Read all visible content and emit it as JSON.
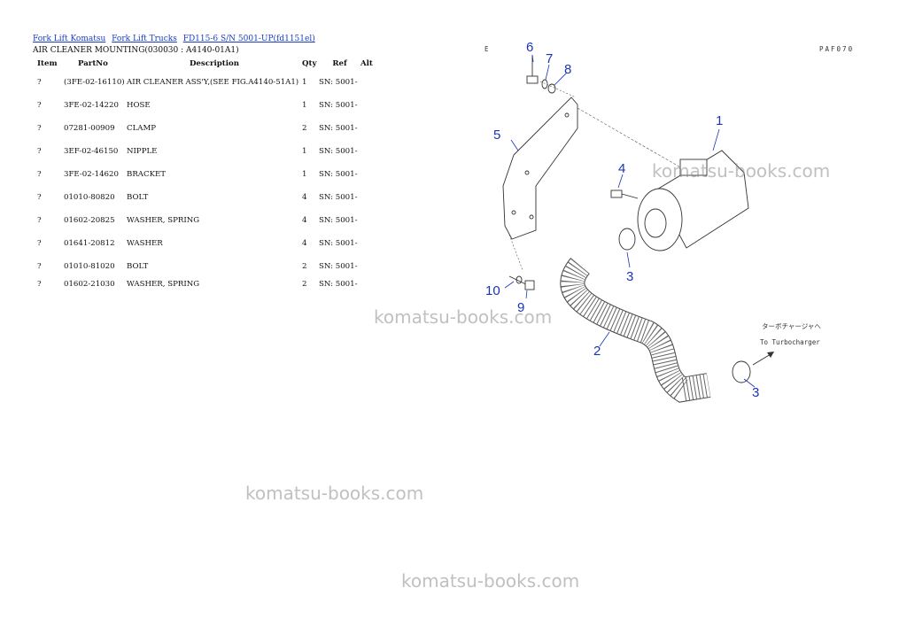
{
  "breadcrumb": {
    "links": [
      "Fork Lift Komatsu",
      "Fork Lift Trucks",
      "FD115-6 S/N 5001-UP(fd1151el)"
    ]
  },
  "subtitle": "AIR CLEANER MOUNTING(030030 : A4140-01A1)",
  "table": {
    "headers": {
      "item": "Item",
      "partno": "PartNo",
      "description": "Description",
      "qty": "Qty",
      "ref": "Ref",
      "alt": "Alt"
    },
    "rows": [
      {
        "item": "?",
        "partno": "(3FE-02-16110)",
        "description": "AIR CLEANER ASS'Y,(SEE FIG.A4140-51A1)",
        "qty": "1",
        "ref": "SN: 5001-"
      },
      {
        "item": "?",
        "partno": "3FE-02-14220",
        "description": "HOSE",
        "qty": "1",
        "ref": "SN: 5001-"
      },
      {
        "item": "?",
        "partno": "07281-00909",
        "description": "CLAMP",
        "qty": "2",
        "ref": "SN: 5001-"
      },
      {
        "item": "?",
        "partno": "3EF-02-46150",
        "description": "NIPPLE",
        "qty": "1",
        "ref": "SN: 5001-"
      },
      {
        "item": "?",
        "partno": "3FE-02-14620",
        "description": "BRACKET",
        "qty": "1",
        "ref": "SN: 5001-"
      },
      {
        "item": "?",
        "partno": "01010-80820",
        "description": "BOLT",
        "qty": "4",
        "ref": "SN: 5001-"
      },
      {
        "item": "?",
        "partno": "01602-20825",
        "description": "WASHER, SPRING",
        "qty": "4",
        "ref": "SN: 5001-"
      },
      {
        "item": "?",
        "partno": "01641-20812",
        "description": "WASHER",
        "qty": "4",
        "ref": "SN: 5001-"
      },
      {
        "item": "?",
        "partno": "01010-81020",
        "description": "BOLT",
        "qty": "2",
        "ref": "SN: 5001-"
      },
      {
        "item": "?",
        "partno": "01602-21030",
        "description": "WASHER, SPRING",
        "qty": "2",
        "ref": "SN: 5001-"
      }
    ]
  },
  "diagram": {
    "code": "PAF070",
    "corner_mark": "E",
    "callouts": [
      "6",
      "7",
      "8",
      "5",
      "1",
      "4",
      "3",
      "10",
      "9",
      "2",
      "3"
    ],
    "label_jp": "ターボチャージャへ",
    "label_en": "To Turbocharger"
  },
  "watermarks": [
    "komatsu-books.com",
    "komatsu-books.com",
    "komatsu-books.com",
    "komatsu-books.com"
  ]
}
